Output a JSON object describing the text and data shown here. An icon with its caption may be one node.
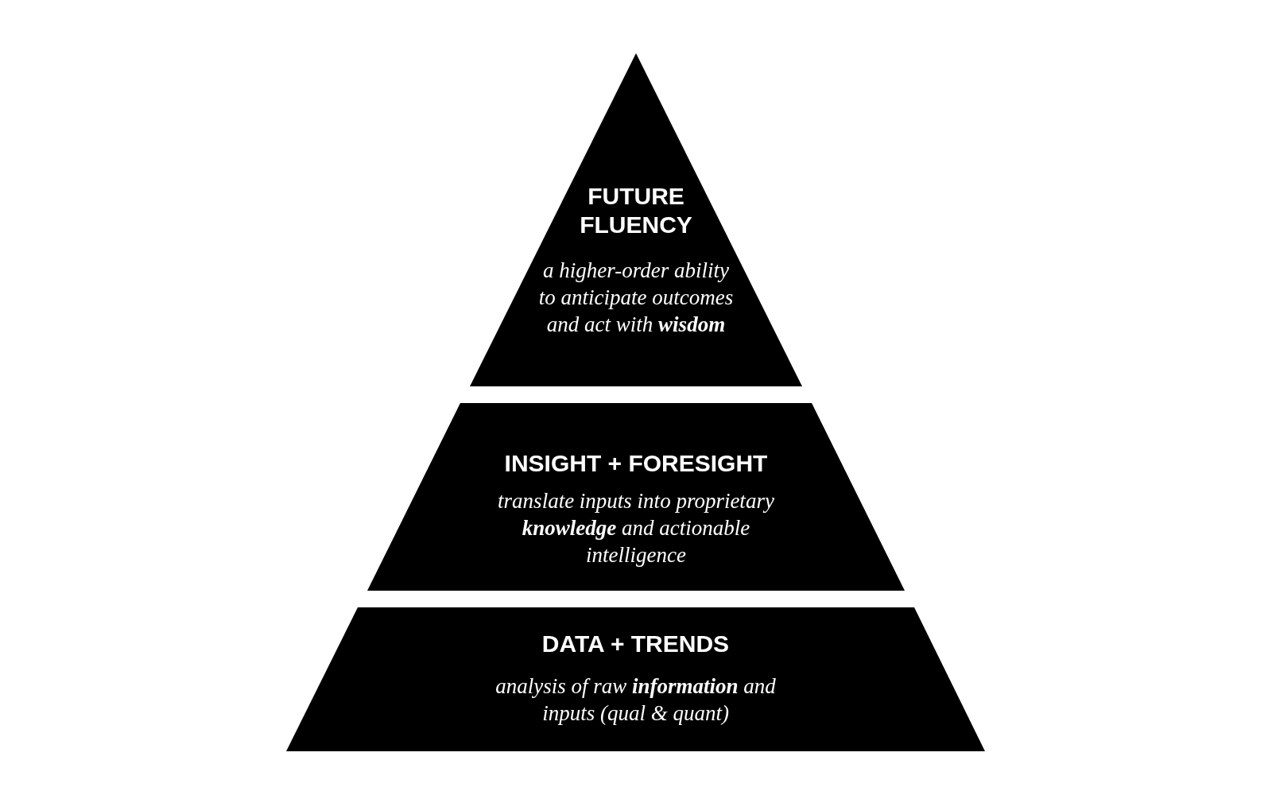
{
  "diagram": {
    "nodes": [
      {
        "text": [
          "FUTURE FLUENCY",
          "a higher-order ability to anticipate outcomes and act with **wisdom**"
        ]
      },
      {
        "text": [
          "INSIGHT + FORESIGHT",
          "translate inputs into proprietary **knowledge** and actionable intelligence"
        ]
      },
      {
        "text": [
          "DATA + TRENDS",
          "analysis of raw **information** and inputs (qual & quant)"
        ]
      }
    ]
  }
}
